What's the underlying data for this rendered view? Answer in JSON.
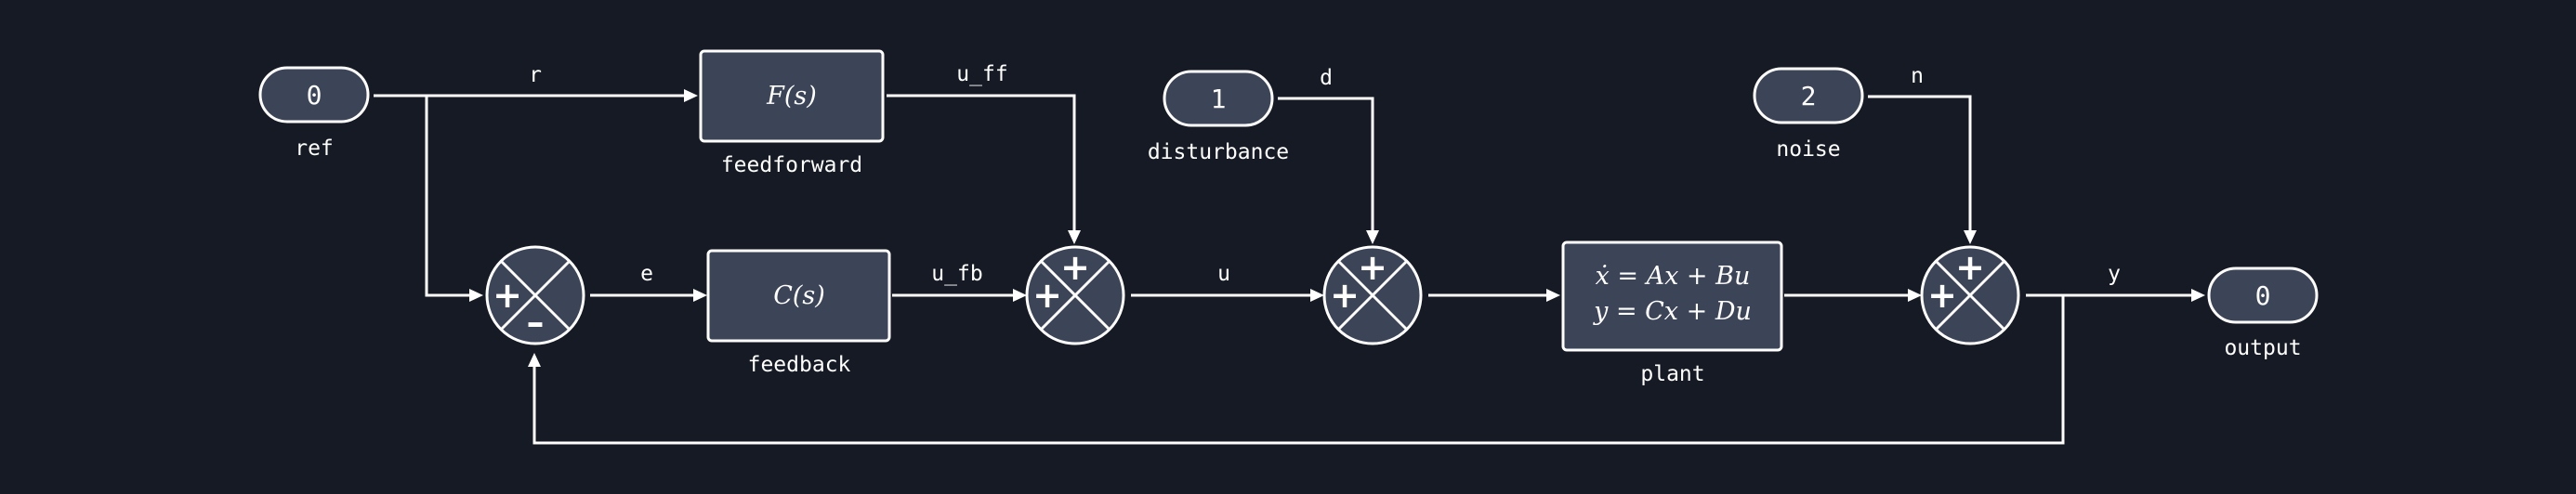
{
  "ports": {
    "ref": {
      "value": "0",
      "label": "ref"
    },
    "disturbance": {
      "value": "1",
      "label": "disturbance"
    },
    "noise": {
      "value": "2",
      "label": "noise"
    },
    "output": {
      "value": "0",
      "label": "output"
    }
  },
  "blocks": {
    "feedforward": {
      "expr": "F(s)",
      "label": "feedforward"
    },
    "feedback": {
      "expr": "C(s)",
      "label": "feedback"
    },
    "plant": {
      "line1": "ẋ = Ax + Bu",
      "line2": "y = Cx + Du",
      "label": "plant"
    }
  },
  "signals": {
    "r": "r",
    "u_ff": "u_ff",
    "d": "d",
    "n": "n",
    "e": "e",
    "u_fb": "u_fb",
    "u": "u",
    "y": "y"
  },
  "sums": {
    "error_sum": {
      "left": "+",
      "bottom": "–"
    },
    "control_sum": {
      "left": "+",
      "top": "+"
    },
    "disturbance_sum": {
      "left": "+",
      "top": "+"
    },
    "noise_sum": {
      "left": "+",
      "top": "+"
    }
  }
}
